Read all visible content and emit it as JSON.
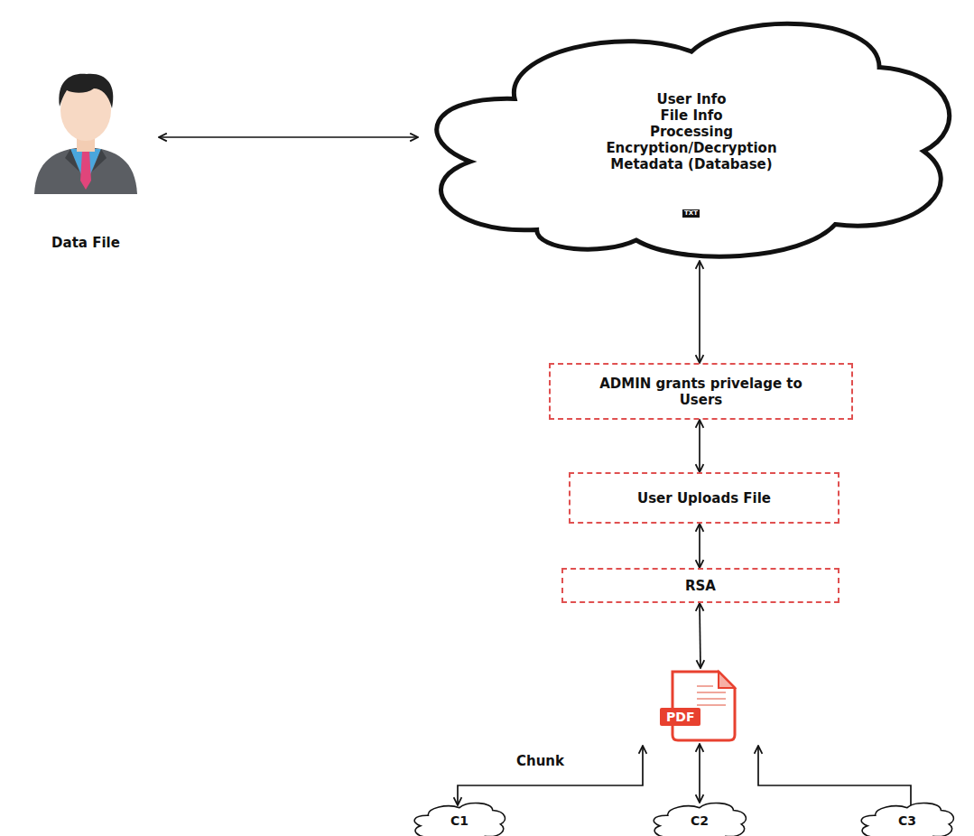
{
  "diagram": {
    "nodes": [
      {
        "text": [
          "Data File"
        ]
      },
      {
        "text": [
          "User Info",
          "File Info",
          "Processing",
          "Encryption/Decryption",
          "Metadata (Database)"
        ]
      },
      {
        "text": [
          "ADMIN grants privelage to Users"
        ]
      },
      {
        "text": [
          "User Uploads File"
        ]
      },
      {
        "text": [
          "RSA"
        ]
      },
      {
        "text": [
          "PDF"
        ]
      },
      {
        "text": [
          "C1"
        ]
      },
      {
        "text": [
          "C2"
        ]
      },
      {
        "text": [
          "C3"
        ]
      }
    ],
    "edges": [
      {
        "from": 0,
        "to": 1,
        "arrow": "both"
      },
      {
        "from": 1,
        "to": 2,
        "arrow": "both"
      },
      {
        "from": 2,
        "to": 3,
        "arrow": "both"
      },
      {
        "from": 3,
        "to": 4,
        "arrow": "both"
      },
      {
        "from": 4,
        "to": 5,
        "arrow": "both"
      },
      {
        "from": 5,
        "to": 6,
        "label": "Chunk",
        "arrow": "both"
      },
      {
        "from": 5,
        "to": 7,
        "arrow": "both"
      },
      {
        "from": 8,
        "to": 5,
        "arrow": "to"
      }
    ],
    "labels": [
      "TXT"
    ]
  }
}
